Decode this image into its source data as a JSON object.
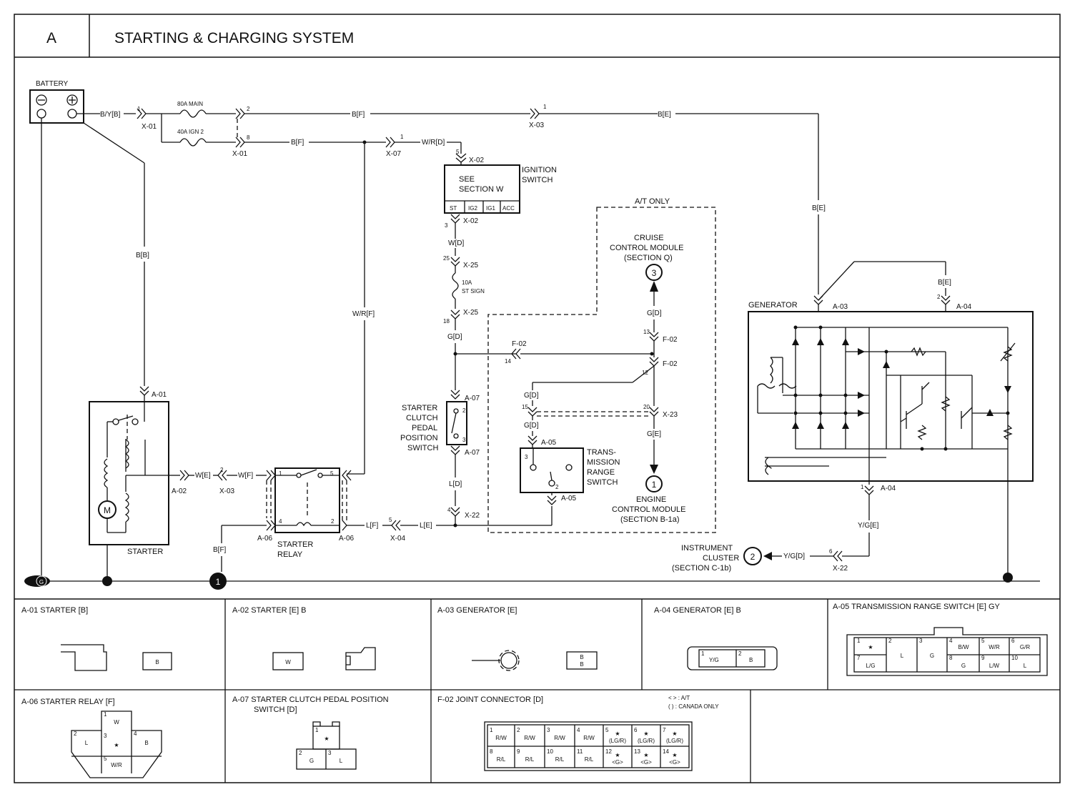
{
  "header": {
    "section_letter": "A",
    "title": "STARTING & CHARGING SYSTEM"
  },
  "components": {
    "battery": "BATTERY",
    "starter": "STARTER",
    "starter_relay": [
      "STARTER",
      "RELAY"
    ],
    "ignition_switch": [
      "IGNITION",
      "SWITCH"
    ],
    "ignition_see": [
      "SEE",
      "SECTION W"
    ],
    "ignition_pins": [
      "ST",
      "IG2",
      "IG1",
      "ACC"
    ],
    "clutch_switch": [
      "STARTER",
      "CLUTCH",
      "PEDAL",
      "POSITION",
      "SWITCH"
    ],
    "at_only": "A/T ONLY",
    "cruise": [
      "CRUISE",
      "CONTROL MODULE",
      "(SECTION Q)"
    ],
    "trans_switch": [
      "TRANS-",
      "MISSION",
      "RANGE",
      "SWITCH"
    ],
    "engine_module": [
      "ENGINE",
      "CONTROL MODULE",
      "(SECTION B-1a)"
    ],
    "generator": "GENERATOR",
    "instrument": [
      "INSTRUMENT",
      "CLUSTER",
      "(SECTION C-1b)"
    ],
    "fuse_main": "80A MAIN",
    "fuse_ign": "40A IGN 2",
    "fuse_st": [
      "10A",
      "ST SIGN"
    ],
    "circle_3": "3",
    "circle_1": "1",
    "circle_2": "2",
    "ground_1": "1",
    "ground_g": "G"
  },
  "wire_labels": {
    "byb": "B/Y[B]",
    "bf1": "B[F]",
    "be1": "B[E]",
    "be2": "B[E]",
    "be3": "B[E]",
    "bf2": "B[F]",
    "wrd": "W/R[D]",
    "bb": "B[B]",
    "wrf": "W/R[F]",
    "wd": "W[D]",
    "gd1": "G[D]",
    "gd2": "G[D]",
    "gd3": "G[D]",
    "gd4": "G[D]",
    "ge": "G[E]",
    "ld": "L[D]",
    "le": "L[E]",
    "lf": "L[F]",
    "we": "W[E]",
    "wf": "W[F]",
    "bf3": "B[F]",
    "yge": "Y/G[E]",
    "ygd": "Y/G[D]"
  },
  "connectors": {
    "x01a": "X-01",
    "x01b": "X-01",
    "x03a": "X-03",
    "x07": "X-07",
    "x02a": "X-02",
    "x02b": "X-02",
    "x25a": "X-25",
    "x25b": "X-25",
    "f02a": "F-02",
    "f02b": "F-02",
    "f02c": "F-02",
    "a07a": "A-07",
    "a07b": "A-07",
    "x22a": "X-22",
    "x23": "X-23",
    "a05a": "A-05",
    "a05b": "A-05",
    "a01": "A-01",
    "a02": "A-02",
    "x03b": "X-03",
    "a06a": "A-06",
    "a06b": "A-06",
    "x04": "X-04",
    "a03": "A-03",
    "a04a": "A-04",
    "a04b": "A-04",
    "x22b": "X-22"
  },
  "pins": {
    "p1a": "1",
    "p2a": "2",
    "p8": "8",
    "p1b": "1",
    "p1c": "1",
    "p5": "5",
    "p3": "3",
    "p25": "25",
    "p18": "18",
    "p14": "14",
    "p13": "13",
    "p12": "12",
    "p15": "15",
    "p20": "20",
    "p4": "4",
    "p3b": "3",
    "p2b": "2",
    "p2c": "2",
    "p5b": "5",
    "p2d": "2",
    "p1d": "1",
    "p4b": "4",
    "p2e": "2",
    "p5c": "5",
    "p1e": "1",
    "p6": "6",
    "p2f": "2",
    "p3c": "3"
  },
  "views": {
    "a01": {
      "title": "A-01 STARTER [B]",
      "pins": [
        "B"
      ]
    },
    "a02": {
      "title": "A-02 STARTER [E] B",
      "pins": [
        "W"
      ]
    },
    "a03": {
      "title": "A-03 GENERATOR [E]",
      "pins": [
        "B",
        "B"
      ]
    },
    "a04": {
      "title": "A-04 GENERATOR [E] B",
      "pins": [
        "1",
        "Y/G",
        "2",
        "B"
      ]
    },
    "a05": {
      "title": "A-05 TRANSMISSION RANGE SWITCH [E] GY",
      "top": [
        "1",
        "★",
        "2",
        "L",
        "3",
        "G",
        "4",
        "B/W",
        "5",
        "W/R",
        "6",
        "G/R"
      ],
      "bottom": [
        "7",
        "L/G",
        "8",
        "G",
        "9",
        "L/W",
        "10",
        "L"
      ]
    },
    "a06": {
      "title": "A-06 STARTER RELAY [F]",
      "pins": [
        "1",
        "W",
        "2",
        "L",
        "3",
        "★",
        "4",
        "B",
        "5",
        "W/R"
      ]
    },
    "a07": {
      "title": [
        "A-07 STARTER CLUTCH PEDAL POSITION",
        "SWITCH [D]"
      ],
      "pins": [
        "1",
        "★",
        "2",
        "G",
        "3",
        "L"
      ]
    },
    "f02": {
      "title": "F-02 JOINT CONNECTOR [D]",
      "legend": [
        "< > : A/T",
        "( ) : CANADA ONLY"
      ],
      "top": [
        [
          "1",
          "R/W"
        ],
        [
          "2",
          "R/W"
        ],
        [
          "3",
          "R/W"
        ],
        [
          "4",
          "R/W"
        ],
        [
          "5",
          "★",
          "(LG/R)"
        ],
        [
          "6",
          "★",
          "(LG/R)"
        ],
        [
          "7",
          "★",
          "(LG/R)"
        ]
      ],
      "bottom": [
        [
          "8",
          "R/L"
        ],
        [
          "9",
          "R/L"
        ],
        [
          "10",
          "R/L"
        ],
        [
          "11",
          "R/L"
        ],
        [
          "12",
          "★",
          "<G>"
        ],
        [
          "13",
          "★",
          "<G>"
        ],
        [
          "14",
          "★",
          "<G>"
        ]
      ]
    }
  },
  "colors": {
    "ink": "#111111",
    "paper": "#ffffff"
  }
}
